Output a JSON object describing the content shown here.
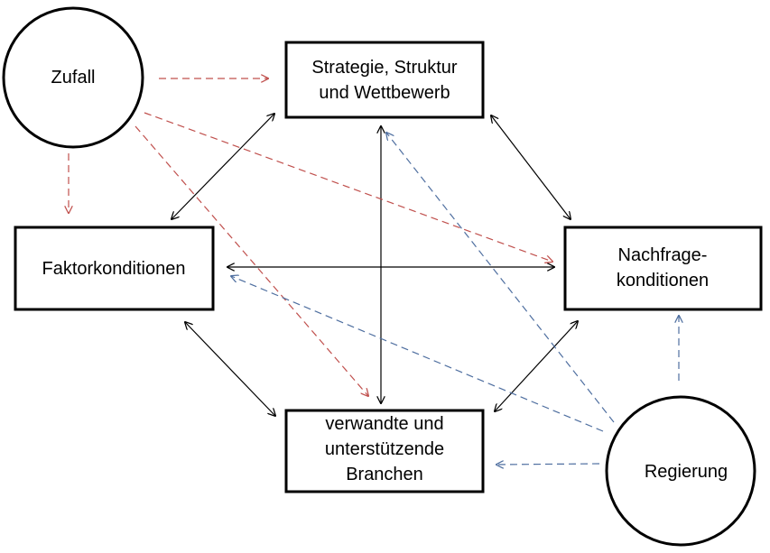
{
  "nodes": {
    "zufall": {
      "label": "Zufall",
      "shape": "circle"
    },
    "strategie": {
      "lines": [
        "Strategie, Struktur",
        "und Wettbewerb"
      ],
      "shape": "box"
    },
    "faktor": {
      "label": "Faktorkonditionen",
      "shape": "box"
    },
    "nachfrage": {
      "lines": [
        "Nachfrage-",
        "konditionen"
      ],
      "shape": "box"
    },
    "branchen": {
      "lines": [
        "verwandte und",
        "unterstützende",
        "Branchen"
      ],
      "shape": "box"
    },
    "regierung": {
      "label": "Regierung",
      "shape": "circle"
    }
  },
  "connections": [
    {
      "from": "strategie",
      "to": "faktor",
      "style": "solid",
      "direction": "both"
    },
    {
      "from": "strategie",
      "to": "nachfrage",
      "style": "solid",
      "direction": "both"
    },
    {
      "from": "faktor",
      "to": "nachfrage",
      "style": "solid",
      "direction": "both"
    },
    {
      "from": "strategie",
      "to": "branchen",
      "style": "solid",
      "direction": "both"
    },
    {
      "from": "faktor",
      "to": "branchen",
      "style": "solid",
      "direction": "both"
    },
    {
      "from": "nachfrage",
      "to": "branchen",
      "style": "solid",
      "direction": "both"
    },
    {
      "from": "zufall",
      "to": "strategie",
      "style": "dashed",
      "direction": "forward"
    },
    {
      "from": "zufall",
      "to": "faktor",
      "style": "dashed",
      "direction": "forward"
    },
    {
      "from": "zufall",
      "to": "nachfrage",
      "style": "dashed",
      "direction": "forward"
    },
    {
      "from": "zufall",
      "to": "branchen",
      "style": "dashed",
      "direction": "forward"
    },
    {
      "from": "regierung",
      "to": "strategie",
      "style": "dashed",
      "direction": "forward"
    },
    {
      "from": "regierung",
      "to": "faktor",
      "style": "dashed",
      "direction": "forward"
    },
    {
      "from": "regierung",
      "to": "nachfrage",
      "style": "dashed",
      "direction": "forward"
    },
    {
      "from": "regierung",
      "to": "branchen",
      "style": "dashed",
      "direction": "forward"
    }
  ],
  "colors": {
    "zufall_arrows": "#c0504d",
    "regierung_arrows": "#4f6fa0",
    "solid_arrows": "#000000"
  }
}
